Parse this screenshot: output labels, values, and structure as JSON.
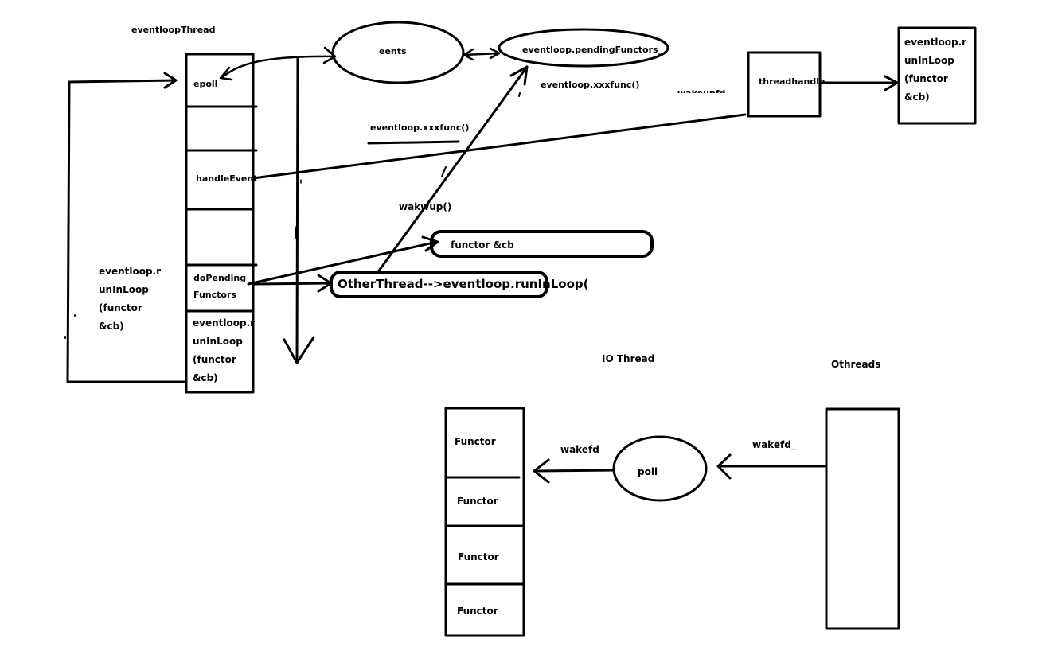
{
  "labels": {
    "eventloop_thread": "eventloopThread",
    "eents": "eents",
    "pending_functors": "eventloop.pendingFunctors_",
    "xxxfunc_top": "eventloop.xxxfunc()",
    "wakeupfd": "wakeupfd",
    "threadhandle": "threadhandle",
    "xxxfunc_mid": "eventloop.xxxfunc()",
    "wakwup": "wakwup()",
    "functor_cb": "functor &cb",
    "other_thread": "OtherThread-->eventloop.runInLoop()",
    "io_thread": "IO Thread",
    "othreads": "Othreads",
    "wakefd": "wakefd",
    "wakefd_": "wakefd_",
    "poll": "poll"
  },
  "column": {
    "epoll": "epoll",
    "handle_event": "handleEvent",
    "do_pending": [
      "doPending",
      "Functors"
    ],
    "run_in_loop": [
      "eventloop.r",
      "unInLoop",
      "(functor",
      "&cb)"
    ]
  },
  "left_note": [
    "eventloop.r",
    "unInLoop",
    "(functor",
    "&cb)"
  ],
  "top_right_box": [
    "eventloop.r",
    "unInLoop",
    "(functor",
    "&cb)"
  ],
  "functor_queue": [
    "Functor",
    "Functor",
    "Functor",
    "Functor"
  ]
}
